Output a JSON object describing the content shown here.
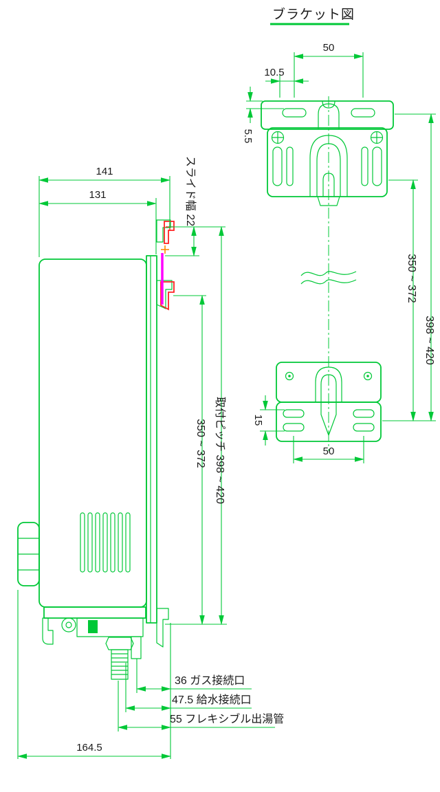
{
  "title": "ブラケット図",
  "colors": {
    "green": "#00c837",
    "magenta": "#ff00ff",
    "red": "#ff2222",
    "orange": "#ff8800",
    "ink": "#1a1a1a"
  },
  "side_view": {
    "width_top": "141",
    "width_inner": "131",
    "slide_width": "スライド幅 22",
    "pitch_inner": "350 ~ 372",
    "pitch_outer": "取付ピッチ 398 ~ 420",
    "gas": "36 ガス接続口",
    "water": "47.5 給水接続口",
    "flex": "55 フレキシブル出湯管",
    "depth": "164.5"
  },
  "bracket_view": {
    "top_width": "50",
    "slot_offset": "10.5",
    "edge_offset": "5.5",
    "pitch_inner": "350 ~ 372",
    "pitch_outer": "398 ~ 420",
    "slot_pitch": "15",
    "bottom_width": "50"
  }
}
